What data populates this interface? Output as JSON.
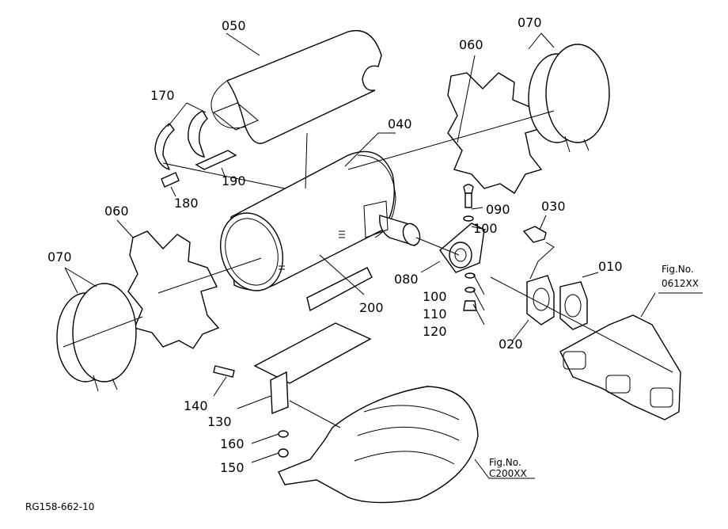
{
  "drawing_id": "RG158-662-10",
  "parts": {
    "p050": "050",
    "p170": "170",
    "p190": "190",
    "p180": "180",
    "p040": "040",
    "p060_top": "060",
    "p070_top": "070",
    "p060_left": "060",
    "p070_left": "070",
    "p090": "090",
    "p030": "030",
    "p100_top": "100",
    "p080": "080",
    "p200": "200",
    "p100_bottom": "100",
    "p110": "110",
    "p120": "120",
    "p020": "020",
    "p010": "010",
    "p140": "140",
    "p130": "130",
    "p160": "160",
    "p150": "150"
  },
  "figure_refs": {
    "ref_0612": {
      "label": "Fig.No.",
      "code": "0612XX"
    },
    "ref_c200": {
      "label": "Fig.No.",
      "code": "C200XX"
    }
  }
}
